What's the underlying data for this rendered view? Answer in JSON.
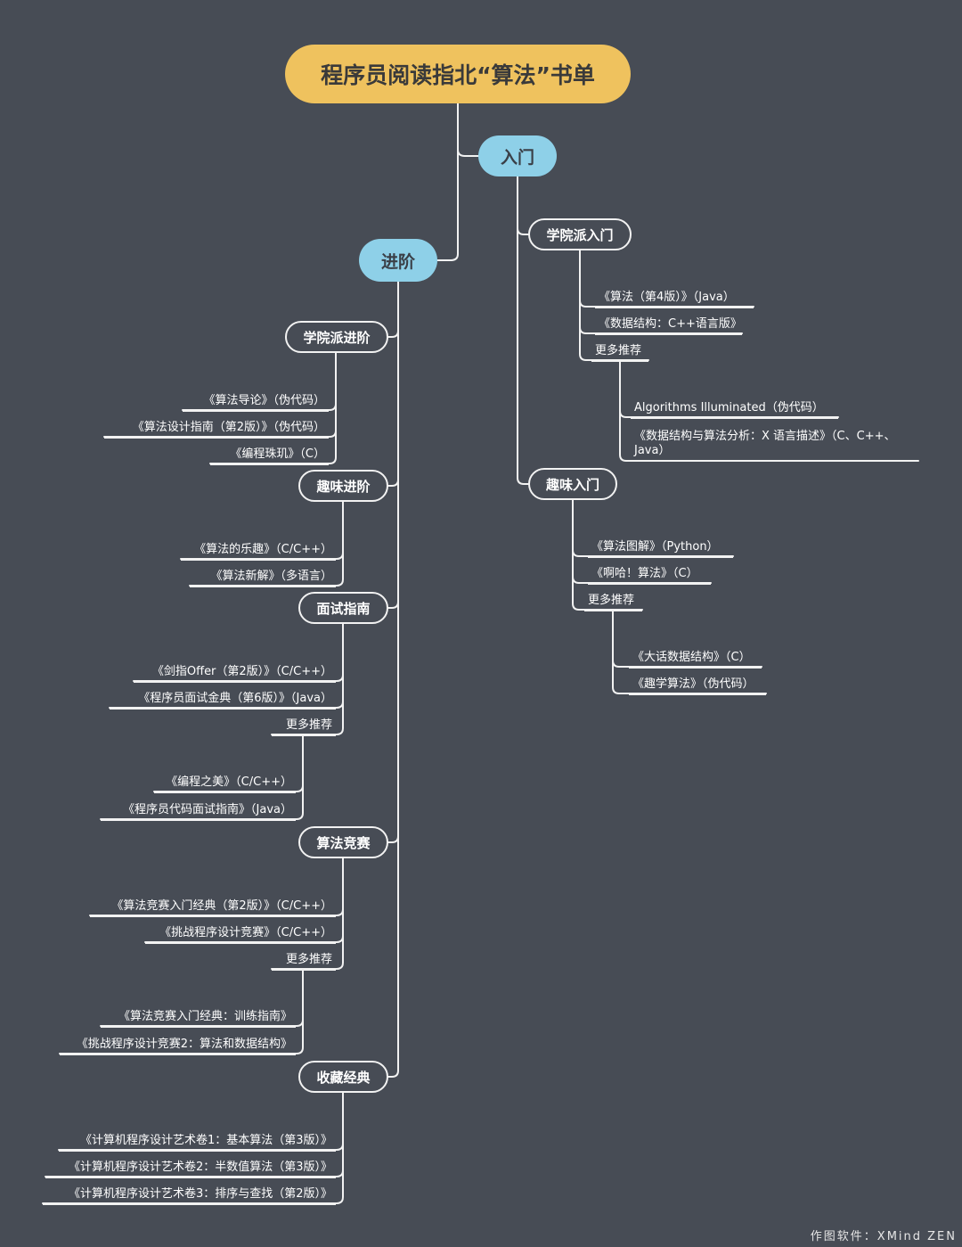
{
  "title": "程序员阅读指北“算法”书单",
  "footer": "作图软件：XMind ZEN",
  "intro": {
    "label": "入门",
    "academic": {
      "label": "学院派入门",
      "books": [
        "《算法（第4版）》（Java）",
        "《数据结构：C++语言版》"
      ],
      "more_label": "更多推荐",
      "more": [
        "Algorithms Illuminated（伪代码）",
        "《数据结构与算法分析：X 语言描述》（C、C++、Java）"
      ]
    },
    "fun": {
      "label": "趣味入门",
      "books": [
        "《算法图解》（Python）",
        "《啊哈！算法》（C）"
      ],
      "more_label": "更多推荐",
      "more": [
        "《大话数据结构》（C）",
        "《趣学算法》（伪代码）"
      ]
    }
  },
  "advanced": {
    "label": "进阶",
    "academic": {
      "label": "学院派进阶",
      "books": [
        "《算法导论》（伪代码）",
        "《算法设计指南（第2版）》（伪代码）",
        "《编程珠玑》（C）"
      ]
    },
    "fun": {
      "label": "趣味进阶",
      "books": [
        "《算法的乐趣》（C/C++）",
        "《算法新解》（多语言）"
      ]
    },
    "interview": {
      "label": "面试指南",
      "books": [
        "《剑指Offer（第2版）》（C/C++）",
        "《程序员面试金典（第6版）》（Java）"
      ],
      "more_label": "更多推荐",
      "more": [
        "《编程之美》（C/C++）",
        "《程序员代码面试指南》（Java）"
      ]
    },
    "contest": {
      "label": "算法竞赛",
      "books": [
        "《算法竞赛入门经典（第2版）》（C/C++）",
        "《挑战程序设计竞赛》（C/C++）"
      ],
      "more_label": "更多推荐",
      "more": [
        "《算法竞赛入门经典：训练指南》",
        "《挑战程序设计竞赛2：算法和数据结构》"
      ]
    },
    "classic": {
      "label": "收藏经典",
      "books": [
        "《计算机程序设计艺术卷1：基本算法（第3版）》",
        "《计算机程序设计艺术卷2：半数值算法（第3版）》",
        "《计算机程序设计艺术卷3：排序与查找（第2版）》"
      ]
    }
  }
}
